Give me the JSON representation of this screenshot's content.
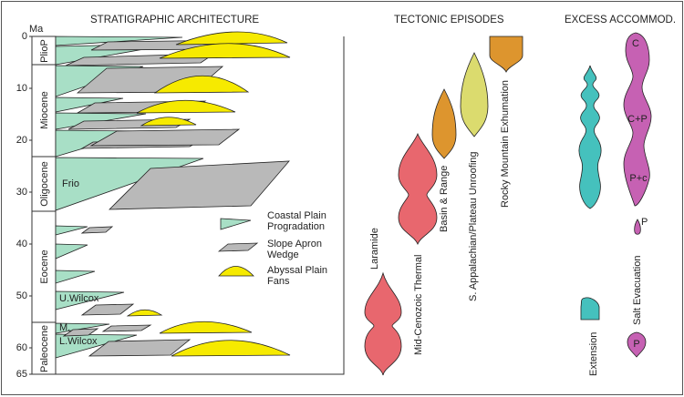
{
  "headers": {
    "stratigraphic": "STRATIGRAPHIC ARCHITECTURE",
    "tectonic": "TECTONIC EPISODES",
    "excess": "EXCESS ACCOMMOD."
  },
  "axis": {
    "unit": "Ma",
    "ticks": [
      "0",
      "10",
      "20",
      "30",
      "40",
      "50",
      "60",
      "65"
    ]
  },
  "epochs": [
    "PlioP",
    "Miocene",
    "Oligocene",
    "Eocene",
    "Paleocene"
  ],
  "units": [
    "Frio",
    "U.Wilcox",
    "M.",
    "L.Wilcox"
  ],
  "legend": [
    {
      "label": "Coastal Plain Progradation",
      "lines": [
        "Coastal Plain",
        "Progradation"
      ],
      "color": "#a8dfc6"
    },
    {
      "label": "Slope Apron Wedge",
      "lines": [
        "Slope Apron",
        "Wedge"
      ],
      "color": "#b9b9b9"
    },
    {
      "label": "Abyssal Plain Fans",
      "lines": [
        "Abyssal Plain",
        "Fans"
      ],
      "color": "#f6ea00"
    }
  ],
  "tectonic_episodes": [
    {
      "label": "Laramide",
      "color": "#e8676e"
    },
    {
      "label": "Mid-Cenozoic Thermal",
      "color": "#e8676e"
    },
    {
      "label": "Basin & Range",
      "color": "#dd952e"
    },
    {
      "label": "S. Appalachian/Plateau Unroofing",
      "color": "#dbdb6e"
    },
    {
      "label": "Rocky Mountain Exhumation",
      "color": "#dd952e"
    }
  ],
  "excess_accommodation": [
    {
      "label": "Extension",
      "color": "#45c1bd"
    },
    {
      "label": "Salt Evacuation",
      "color": "#c661b3",
      "codes": [
        "C",
        "C+P",
        "P+c",
        "P",
        "P"
      ]
    }
  ]
}
